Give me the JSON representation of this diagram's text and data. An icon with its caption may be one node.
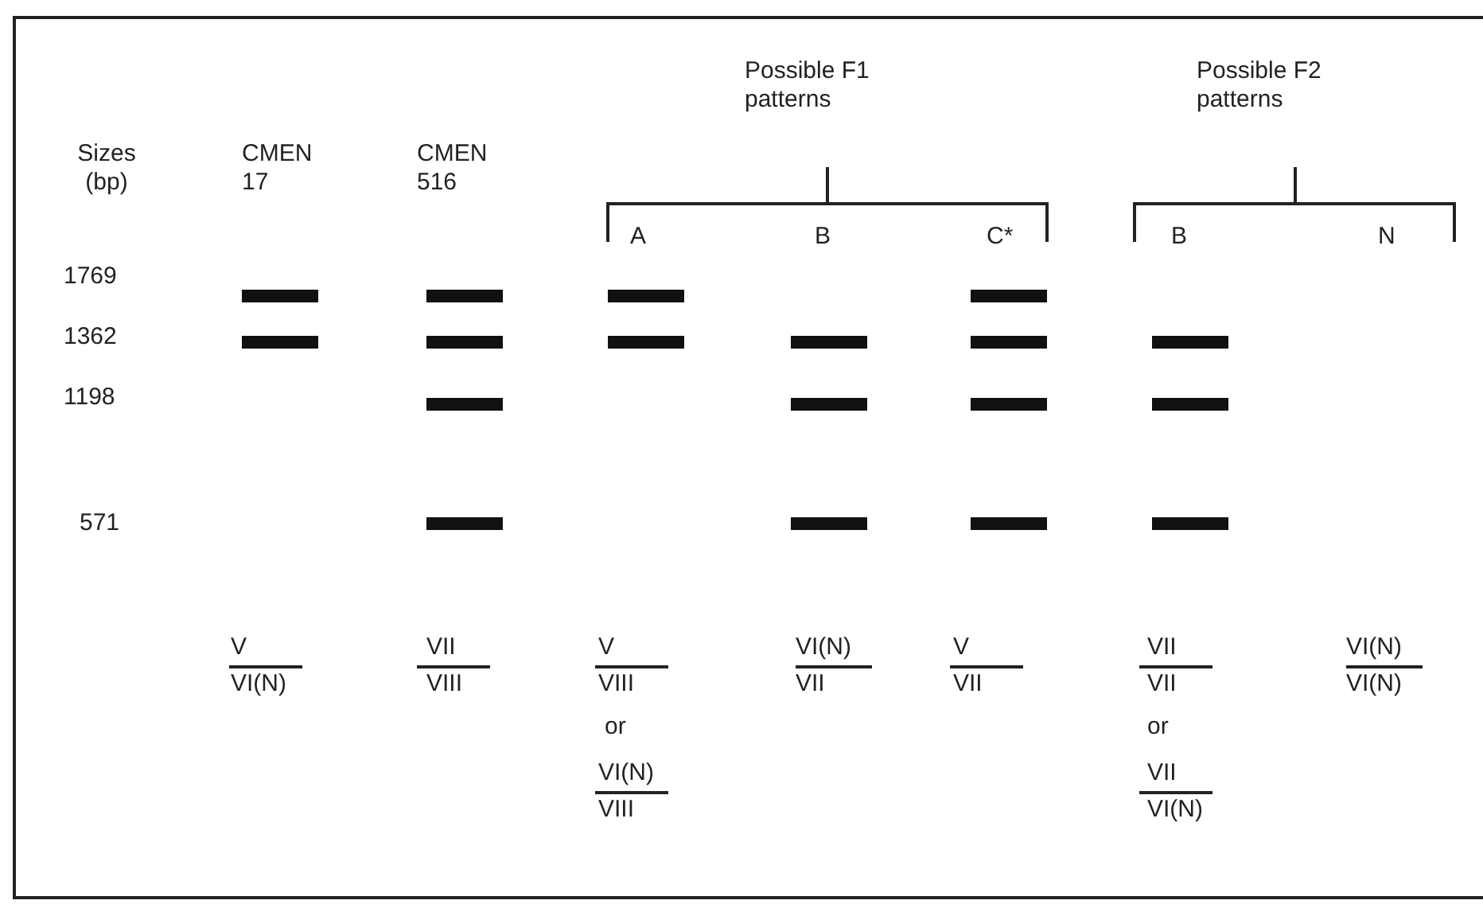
{
  "diagram": {
    "labels": [
      "Possible F1 patterns",
      "Possible F2 patterns",
      "Sizes (bp)",
      "CMEN 17",
      "CMEN 516",
      "A",
      "B",
      "C*",
      "B",
      "N",
      "1769",
      "1362",
      "1198",
      "571",
      "V",
      "VI(N)",
      "VII",
      "VIII",
      "V",
      "VIII",
      "VI(N)",
      "VII",
      "V",
      "VII",
      "VII",
      "VII",
      "VI(N)",
      "VI(N)",
      "or",
      "or",
      "VI(N)",
      "VIII",
      "VII",
      "VI(N)"
    ]
  }
}
